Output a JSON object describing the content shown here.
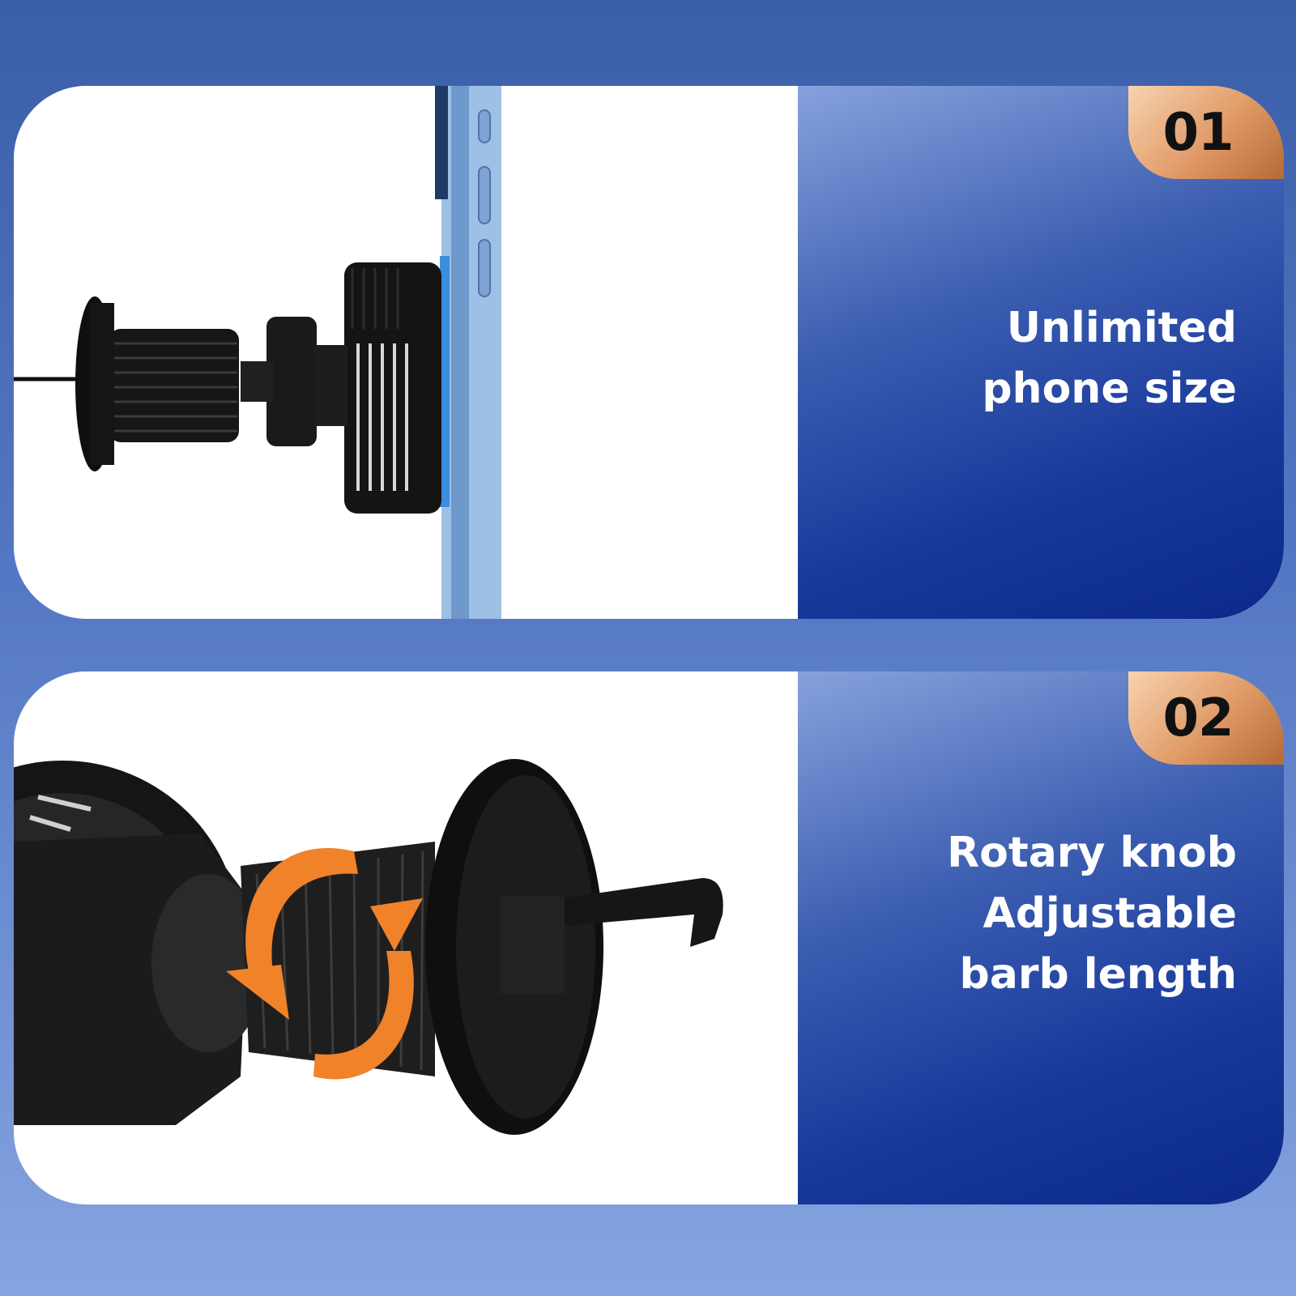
{
  "features": [
    {
      "number": "01",
      "lines": [
        "Unlimited",
        "phone size"
      ]
    },
    {
      "number": "02",
      "lines": [
        "Rotary knob",
        "Adjustable",
        "barb length"
      ]
    }
  ],
  "colors": {
    "background": "#4a6cb8",
    "panel_dark": "#0b2a8a",
    "panel_light": "#86a2dc",
    "badge": "#e09a66",
    "arrow": "#f0822a",
    "text": "#ffffff"
  },
  "icons": [
    "rotate-arrows-icon"
  ]
}
